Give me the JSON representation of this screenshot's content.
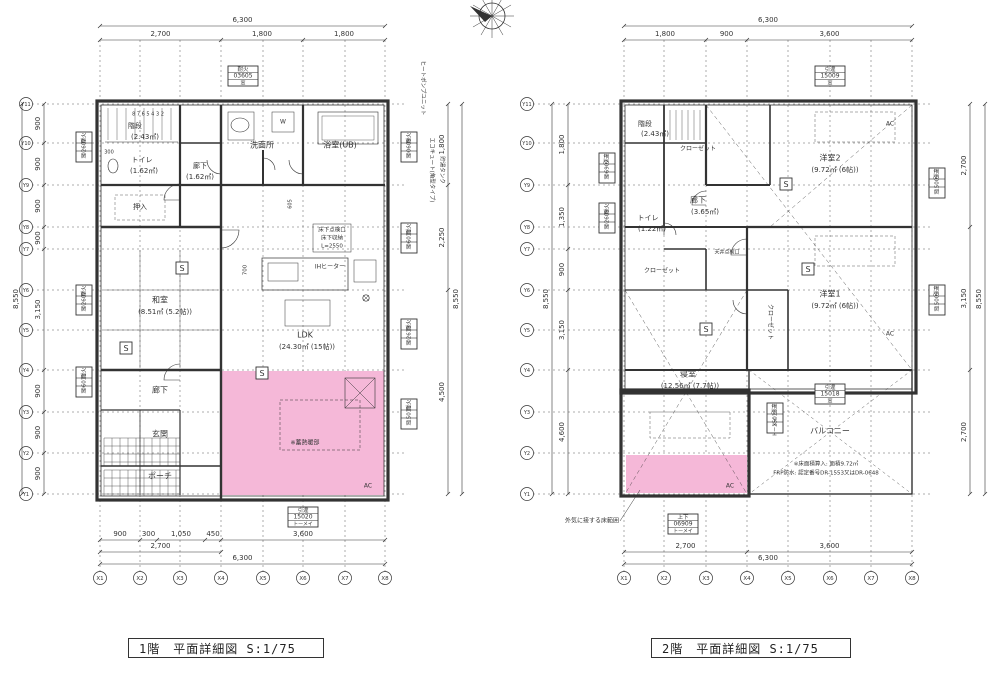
{
  "floor1": {
    "title": "1階　平面詳細図 S:1/75",
    "dims_top_total": "6,300",
    "dims_top": [
      "2,700",
      "1,800",
      "1,800"
    ],
    "dims_bottom": [
      "900",
      "300",
      "1,050",
      "450",
      "3,600"
    ],
    "dims_bottom_sub": "2,700",
    "dims_bottom_total": "6,300",
    "dims_left": [
      "900",
      "900",
      "900",
      "900",
      "3,150",
      "900",
      "900",
      "900"
    ],
    "dims_left_total": "8,550",
    "dims_right": [
      "1,800",
      "2,250",
      "4,500"
    ],
    "dims_right_total": "8,550",
    "grid_x": [
      "X1",
      "X2",
      "X3",
      "X4",
      "X5",
      "X6",
      "X7",
      "X8"
    ],
    "grid_y": [
      "Y11",
      "Y10",
      "Y9",
      "Y8",
      "Y7",
      "Y6",
      "Y5",
      "Y4",
      "Y3",
      "Y2",
      "Y1"
    ],
    "rooms": {
      "stair": "階段",
      "stair_area": "(2.43㎡)",
      "toilet": "トイレ",
      "toilet_area": "(1.62㎡)",
      "hall_small": "廊下",
      "hall_small_area": "(1.62㎡)",
      "closet": "押入",
      "washroom": "洗面所",
      "bath": "浴室(UB)",
      "washitsu": "和室",
      "washitsu_area": "(8.51㎡ (5.2帖))",
      "ldk": "LDK",
      "ldk_area": "(24.30㎡ (15帖))",
      "hall": "廊下",
      "entrance": "玄関",
      "porch": "ポーチ",
      "thermal": "※蓄熱暖部",
      "underfloor": "床下点検口",
      "underfloor2": "床下収納",
      "underfloor3": "L=2550",
      "ih": "IHヒーター"
    },
    "side_notes": [
      "ヒートポンプユニット",
      "エコキュート(角型タイプ)",
      "貯湯タンク"
    ],
    "callouts": [
      {
        "top": "耐火",
        "mid": "03605",
        "bot": "窓"
      },
      {
        "top": "耐火",
        "mid": "02607",
        "bot": "窓"
      },
      {
        "top": "耐火",
        "mid": "00609",
        "bot": "窓"
      },
      {
        "top": "耐火",
        "mid": "06011",
        "bot": "窓"
      },
      {
        "top": "耐火",
        "mid": "02607",
        "bot": "窓"
      },
      {
        "top": "耐火",
        "mid": "02613",
        "bot": "窓"
      },
      {
        "top": "耐火",
        "mid": "06011",
        "bot": "窓"
      },
      {
        "top": "耐火",
        "mid": "15011",
        "bot": "窓"
      },
      {
        "top": "引違",
        "mid": "15020",
        "bot": "トーメイ"
      },
      {
        "top": "耐火",
        "mid": "00609",
        "bot": "窓"
      }
    ],
    "ac": "AC",
    "dim_700": "700",
    "dim_605": "605",
    "dim_300": "300"
  },
  "floor2": {
    "title": "2階　平面詳細図 S:1/75",
    "dims_top_total": "6,300",
    "dims_top": [
      "1,800",
      "900",
      "3,600"
    ],
    "dims_bottom": [
      "2,700",
      "3,600"
    ],
    "dims_bottom_total": "6,300",
    "dims_left": [
      "1,800",
      "1,350",
      "900",
      "3,150",
      "4,600"
    ],
    "dims_left_total": "8,550",
    "dims_right": [
      "2,700",
      "3,150",
      "2,700"
    ],
    "dims_right_total": "8,550",
    "grid_x": [
      "X1",
      "X2",
      "X3",
      "X4",
      "X5",
      "X6",
      "X7",
      "X8"
    ],
    "grid_y": [
      "Y11",
      "Y10",
      "Y9",
      "Y8",
      "Y7",
      "Y6",
      "Y5",
      "Y4",
      "Y3",
      "Y2",
      "Y1"
    ],
    "rooms": {
      "stair": "階段",
      "stair_area": "(2.43㎡)",
      "closet1": "クローゼット",
      "bedroom2": "洋室2",
      "bedroom2_area": "(9.72㎡ (6帖))",
      "hall": "廊下",
      "hall_area": "(3.65㎡)",
      "toilet": "トイレ",
      "toilet_area": "(1.22㎡)",
      "closet2": "クローゼット",
      "bedroom1": "洋室1",
      "bedroom1_area": "(9.72㎡ (6帖))",
      "closet3": "クローゼット",
      "master": "寝室",
      "master_area": "(12.56㎡ (7.7帖))",
      "balcony": "バルコニー",
      "attic": "天井点検口"
    },
    "balcony_note1": "※床面積算入: 面積9.72㎡",
    "balcony_note2": "FRP防水: 認定番号DR-1553又はDR-0648",
    "exterior_note": "外気に接する床範囲",
    "callouts": [
      {
        "top": "引違",
        "mid": "15009",
        "bot": "窓"
      },
      {
        "top": "引違",
        "mid": "06907",
        "bot": "窓"
      },
      {
        "top": "耐火",
        "mid": "02609",
        "bot": "窓"
      },
      {
        "top": "引違",
        "mid": "15009",
        "bot": "窓"
      },
      {
        "top": "引違",
        "mid": "15009",
        "bot": "窓"
      },
      {
        "top": "引違",
        "mid": "15018",
        "bot": "トーメイ"
      },
      {
        "top": "上下",
        "mid": "06909",
        "bot": "トーメイ"
      },
      {
        "top": "引違",
        "mid": "15018",
        "bot": "窓"
      }
    ],
    "ac": "AC"
  },
  "colors": {
    "line": "#333333",
    "highlight": "#f5b8d8"
  }
}
